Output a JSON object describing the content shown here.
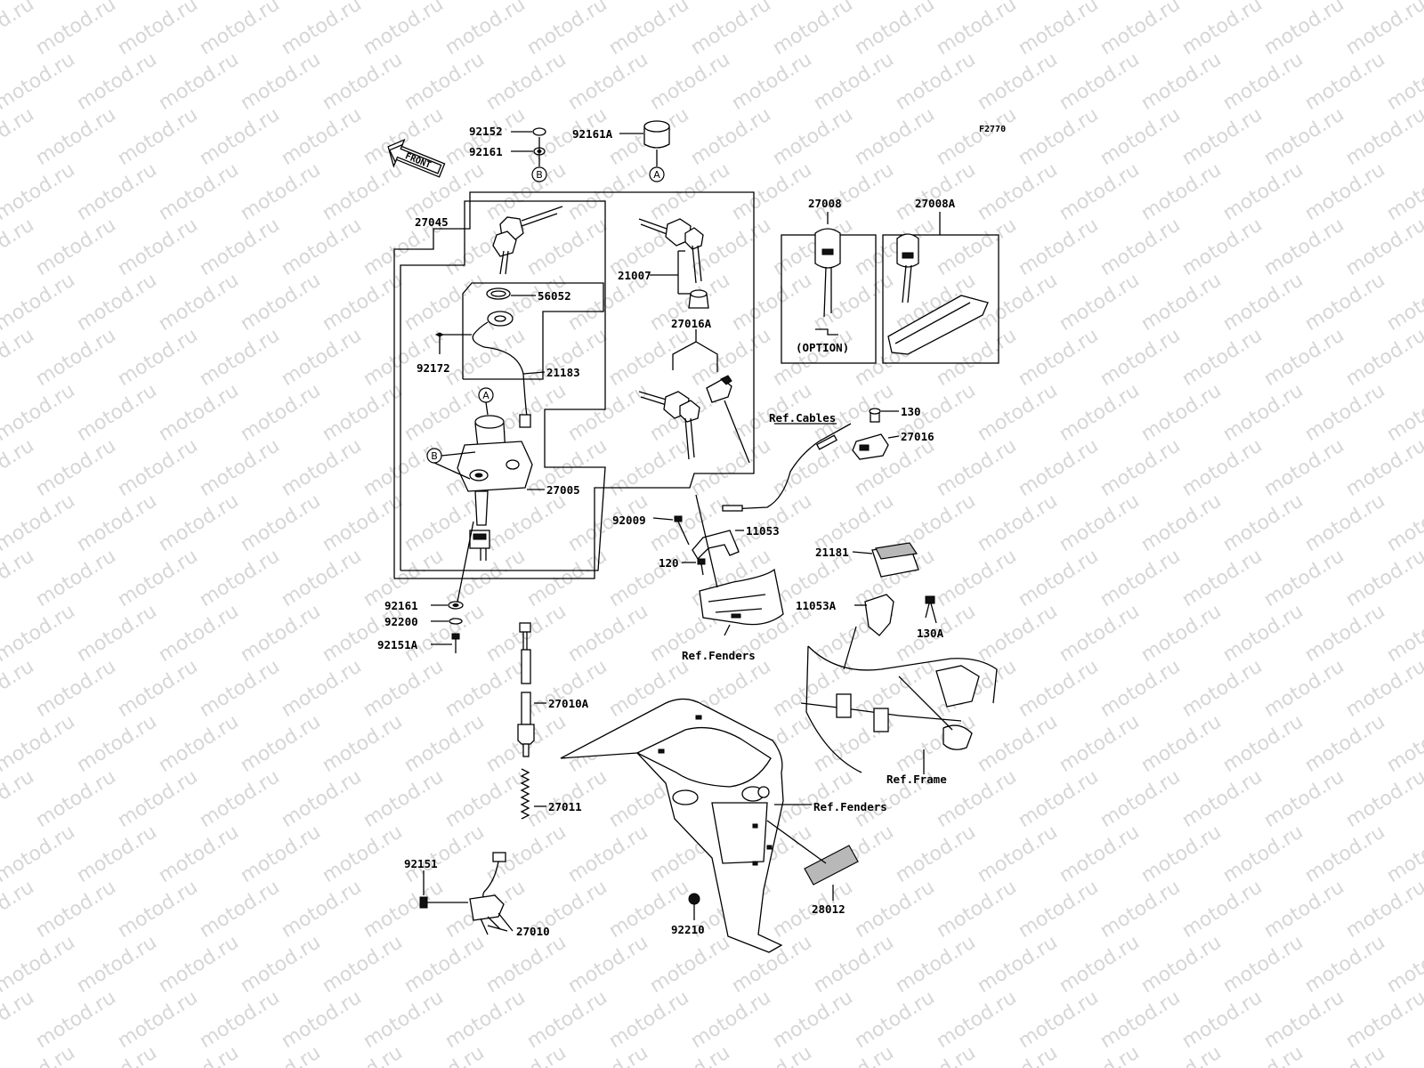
{
  "figure_code": "F2770",
  "front_arrow": "FRONT",
  "option_note": "(OPTION)",
  "watermark": "motod.ru",
  "part_labels": {
    "p92152": "92152",
    "p92161_top": "92161",
    "p92161A": "92161A",
    "p27045": "27045",
    "p56052": "56052",
    "p92172": "92172",
    "p21183": "21183",
    "p27005": "27005",
    "p21007": "21007",
    "p27016A": "27016A",
    "p27008": "27008",
    "p27008A": "27008A",
    "p130": "130",
    "p27016": "27016",
    "p92009": "92009",
    "p11053": "11053",
    "p120": "120",
    "p21181": "21181",
    "p11053A": "11053A",
    "p130A": "130A",
    "p92161_low": "92161",
    "p92200": "92200",
    "p92151A": "92151A",
    "p27010A": "27010A",
    "p27011": "27011",
    "p92151": "92151",
    "p27010": "27010",
    "p92210": "92210",
    "p28012": "28012"
  },
  "reference_labels": {
    "cables": "Ref.Cables",
    "fenders_upper": "Ref.Fenders",
    "fenders_lower": "Ref.Fenders",
    "frame": "Ref.Frame"
  },
  "callout_letters": {
    "a_top": "A",
    "b_top": "B",
    "a_switch": "A",
    "b_switch": "B"
  }
}
